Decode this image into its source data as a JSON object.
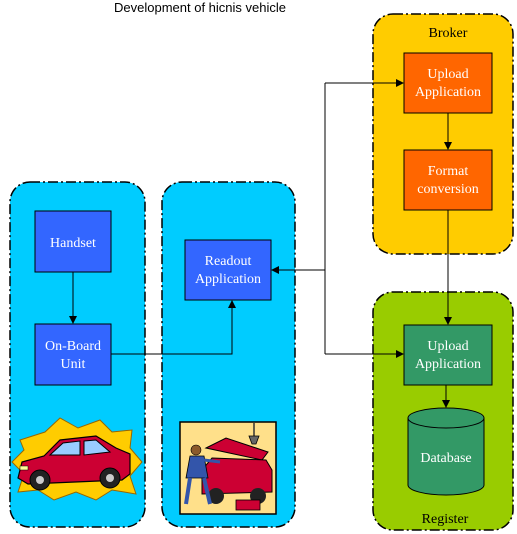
{
  "header": {
    "text": "Development of hicnis vehicle"
  },
  "groups": {
    "vehicle": {
      "label": ""
    },
    "workshop": {
      "label": ""
    },
    "broker": {
      "label": "Broker"
    },
    "register": {
      "label": "Register"
    }
  },
  "nodes": {
    "handset": {
      "label": "Handset"
    },
    "onboard": {
      "line1": "On-Board",
      "line2": "Unit"
    },
    "readout": {
      "line1": "Readout",
      "line2": "Application"
    },
    "upload_broker": {
      "line1": "Upload",
      "line2": "Application"
    },
    "format": {
      "line1": "Format",
      "line2": "conversion"
    },
    "upload_register": {
      "line1": "Upload",
      "line2": "Application"
    },
    "database": {
      "label": "Database"
    }
  },
  "icons": {
    "car": "car-clipart-icon",
    "mechanic": "mechanic-clipart-icon"
  },
  "colors": {
    "panel_cyan": "#00ccff",
    "panel_orange": "#ffcc00",
    "panel_green": "#99cc00",
    "box_blue": "#3366ff",
    "box_orange": "#ff6600",
    "box_green": "#339966"
  }
}
